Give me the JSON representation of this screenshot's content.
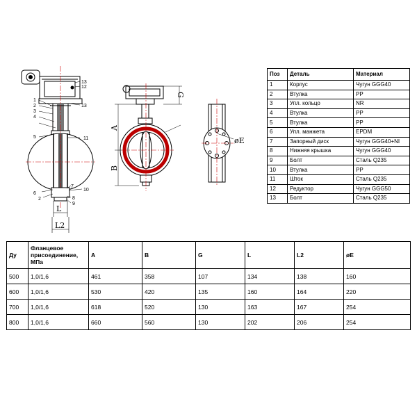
{
  "drawing": {
    "side_view_callouts": [
      "1",
      "2",
      "3",
      "4",
      "5",
      "6",
      "2",
      "7",
      "8",
      "9",
      "10",
      "11",
      "12",
      "13",
      "13"
    ],
    "front_view_dims": {
      "a": "A",
      "b": "B",
      "g": "G",
      "e": "øE",
      "l": "L",
      "l2": "L2"
    }
  },
  "parts_table": {
    "headers": {
      "pos": "Поз",
      "part": "Деталь",
      "material": "Материал"
    },
    "rows": [
      {
        "pos": "1",
        "part": "Корпус",
        "material": "Чугун GGG40"
      },
      {
        "pos": "2",
        "part": "Втулка",
        "material": "PP"
      },
      {
        "pos": "3",
        "part": "Упл. кольцо",
        "material": "NR"
      },
      {
        "pos": "4",
        "part": "Втулка",
        "material": "PP"
      },
      {
        "pos": "5",
        "part": "Втулка",
        "material": "PP"
      },
      {
        "pos": "6",
        "part": "Упл. манжета",
        "material": "EPDM"
      },
      {
        "pos": "7",
        "part": "Запорный диск",
        "material": "Чугун GGG40+NI"
      },
      {
        "pos": "8",
        "part": "Нижняя крышка",
        "material": "Чугун GGG40"
      },
      {
        "pos": "9",
        "part": "Болт",
        "material": "Сталь Q235"
      },
      {
        "pos": "10",
        "part": "Втулка",
        "material": "PP"
      },
      {
        "pos": "11",
        "part": "Шток",
        "material": "Сталь Q235"
      },
      {
        "pos": "12",
        "part": "Редуктор",
        "material": "Чугун GGG50"
      },
      {
        "pos": "13",
        "part": "Болт",
        "material": "Сталь Q235"
      }
    ]
  },
  "dims_table": {
    "headers": {
      "dn": "Ду",
      "pressure": "Фланцевое присоединение, МПа",
      "a": "A",
      "b": "B",
      "g": "G",
      "l": "L",
      "l2": "L2",
      "e": "øE"
    },
    "rows": [
      {
        "dn": "500",
        "pressure": "1,0/1,6",
        "a": "461",
        "b": "358",
        "g": "107",
        "l": "134",
        "l2": "138",
        "e": "160"
      },
      {
        "dn": "600",
        "pressure": "1,0/1,6",
        "a": "530",
        "b": "420",
        "g": "135",
        "l": "160",
        "l2": "164",
        "e": "220"
      },
      {
        "dn": "700",
        "pressure": "1,0/1,6",
        "a": "618",
        "b": "520",
        "g": "130",
        "l": "163",
        "l2": "167",
        "e": "254"
      },
      {
        "dn": "800",
        "pressure": "1,0/1,6",
        "a": "660",
        "b": "560",
        "g": "130",
        "l": "202",
        "l2": "206",
        "e": "254"
      }
    ]
  }
}
